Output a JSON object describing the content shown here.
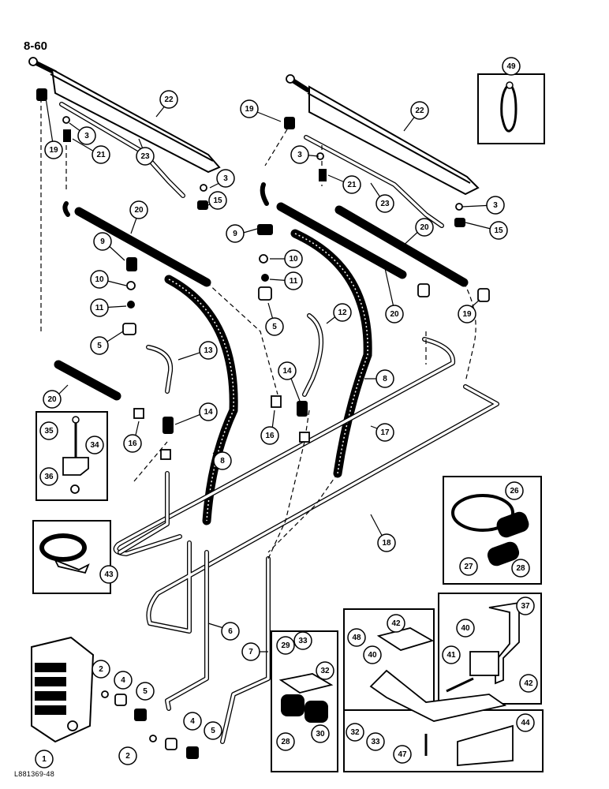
{
  "page_number": "8-60",
  "reference_code": "L881369-48",
  "callouts": [
    {
      "id": "c49",
      "label": "49"
    },
    {
      "id": "c22a",
      "label": "22"
    },
    {
      "id": "c22b",
      "label": "22"
    },
    {
      "id": "c19a",
      "label": "19"
    },
    {
      "id": "c19b",
      "label": "19"
    },
    {
      "id": "c19c",
      "label": "19"
    },
    {
      "id": "c3a",
      "label": "3"
    },
    {
      "id": "c3b",
      "label": "3"
    },
    {
      "id": "c3c",
      "label": "3"
    },
    {
      "id": "c3d",
      "label": "3"
    },
    {
      "id": "c21a",
      "label": "21"
    },
    {
      "id": "c21b",
      "label": "21"
    },
    {
      "id": "c23a",
      "label": "23"
    },
    {
      "id": "c23b",
      "label": "23"
    },
    {
      "id": "c15a",
      "label": "15"
    },
    {
      "id": "c15b",
      "label": "15"
    },
    {
      "id": "c20a",
      "label": "20"
    },
    {
      "id": "c20b",
      "label": "20"
    },
    {
      "id": "c20c",
      "label": "20"
    },
    {
      "id": "c20d",
      "label": "20"
    },
    {
      "id": "c9a",
      "label": "9"
    },
    {
      "id": "c9b",
      "label": "9"
    },
    {
      "id": "c10a",
      "label": "10"
    },
    {
      "id": "c10b",
      "label": "10"
    },
    {
      "id": "c11a",
      "label": "11"
    },
    {
      "id": "c11b",
      "label": "11"
    },
    {
      "id": "c5a",
      "label": "5"
    },
    {
      "id": "c5b",
      "label": "5"
    },
    {
      "id": "c5c",
      "label": "5"
    },
    {
      "id": "c5d",
      "label": "5"
    },
    {
      "id": "c12",
      "label": "12"
    },
    {
      "id": "c13",
      "label": "13"
    },
    {
      "id": "c14a",
      "label": "14"
    },
    {
      "id": "c14b",
      "label": "14"
    },
    {
      "id": "c8a",
      "label": "8"
    },
    {
      "id": "c8b",
      "label": "8"
    },
    {
      "id": "c16a",
      "label": "16"
    },
    {
      "id": "c16b",
      "label": "16"
    },
    {
      "id": "c17",
      "label": "17"
    },
    {
      "id": "c18",
      "label": "18"
    },
    {
      "id": "c35",
      "label": "35"
    },
    {
      "id": "c34",
      "label": "34"
    },
    {
      "id": "c36",
      "label": "36"
    },
    {
      "id": "c43",
      "label": "43"
    },
    {
      "id": "c26",
      "label": "26"
    },
    {
      "id": "c27",
      "label": "27"
    },
    {
      "id": "c28a",
      "label": "28"
    },
    {
      "id": "c6",
      "label": "6"
    },
    {
      "id": "c7",
      "label": "7"
    },
    {
      "id": "c37",
      "label": "37"
    },
    {
      "id": "c40a",
      "label": "40"
    },
    {
      "id": "c40b",
      "label": "40"
    },
    {
      "id": "c41",
      "label": "41"
    },
    {
      "id": "c42a",
      "label": "42"
    },
    {
      "id": "c42b",
      "label": "42"
    },
    {
      "id": "c48",
      "label": "48"
    },
    {
      "id": "c29",
      "label": "29"
    },
    {
      "id": "c33a",
      "label": "33"
    },
    {
      "id": "c33b",
      "label": "33"
    },
    {
      "id": "c32a",
      "label": "32"
    },
    {
      "id": "c32b",
      "label": "32"
    },
    {
      "id": "c28b",
      "label": "28"
    },
    {
      "id": "c30",
      "label": "30"
    },
    {
      "id": "c44",
      "label": "44"
    },
    {
      "id": "c47",
      "label": "47"
    },
    {
      "id": "c1",
      "label": "1"
    },
    {
      "id": "c2a",
      "label": "2"
    },
    {
      "id": "c2b",
      "label": "2"
    },
    {
      "id": "c4a",
      "label": "4"
    },
    {
      "id": "c4b",
      "label": "4"
    }
  ]
}
